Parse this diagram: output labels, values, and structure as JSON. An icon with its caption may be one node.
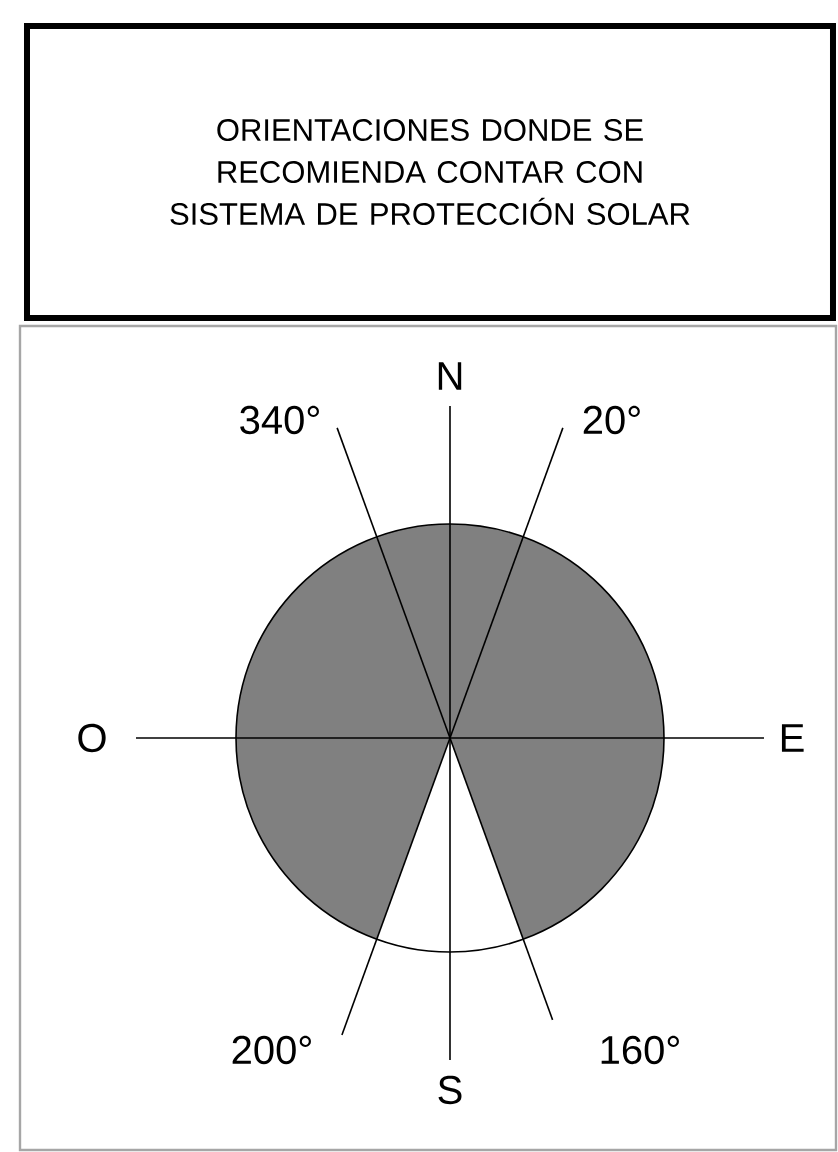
{
  "diagram": {
    "title": "ORIENTACIONES DONDE SE RECOMIENDA CONTAR CON SISTEMA DE PROTECCIÓN SOLAR",
    "labels": [
      "N",
      "340°",
      "20°",
      "O",
      "E",
      "200°",
      "S",
      "160°"
    ]
  }
}
